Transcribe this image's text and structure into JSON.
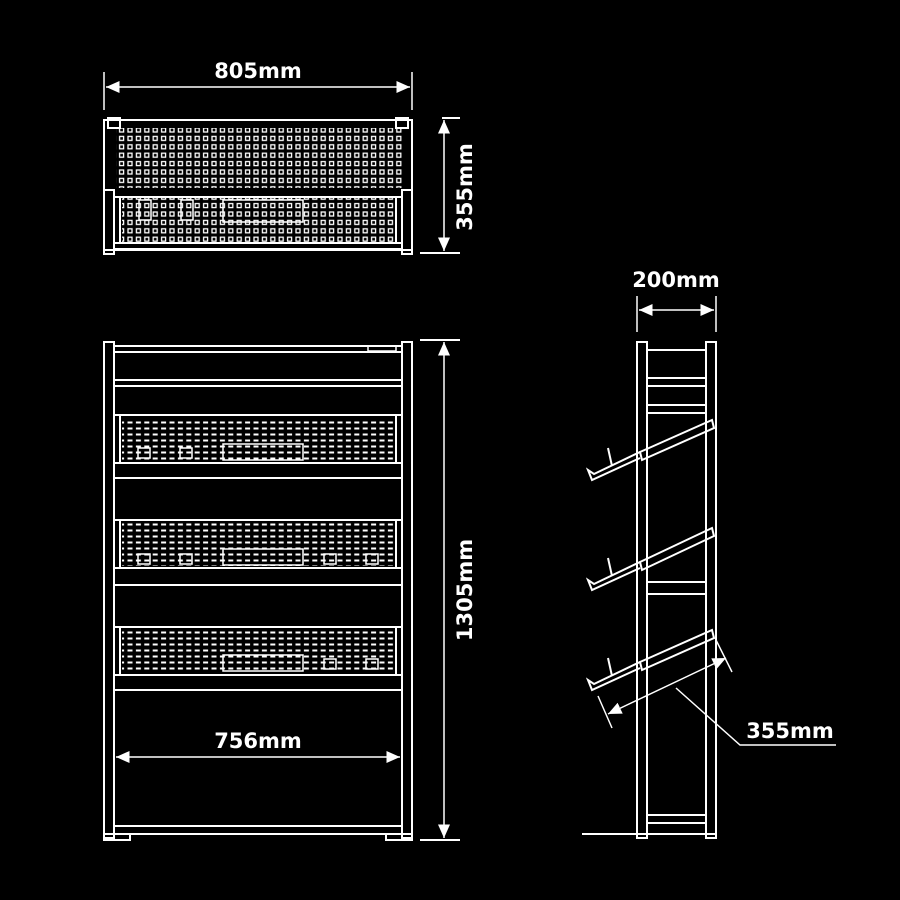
{
  "colors": {
    "background": "#000000",
    "line": "#ffffff"
  },
  "top_view": {
    "width_label": "805mm",
    "depth_label": "355mm"
  },
  "front_view": {
    "height_label": "1305mm",
    "inner_width_label": "756mm"
  },
  "side_view": {
    "depth_label": "200mm",
    "shelf_depth_label": "355mm"
  }
}
